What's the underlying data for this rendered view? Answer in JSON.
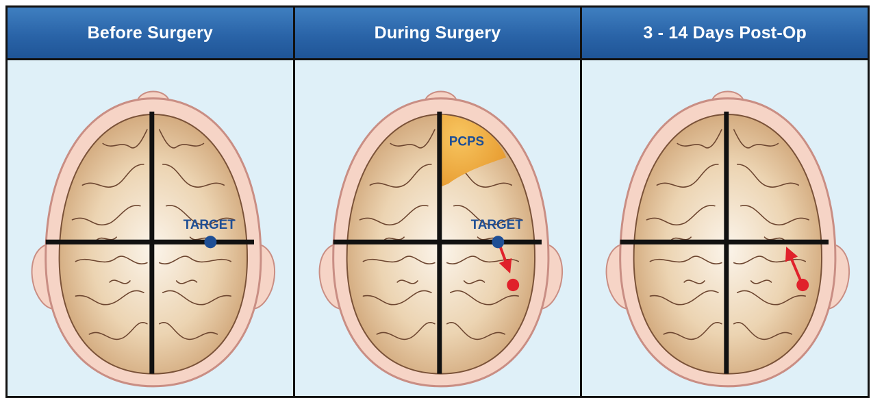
{
  "panels": [
    {
      "title": "Before Surgery",
      "target_label": "TARGET"
    },
    {
      "title": "During Surgery",
      "target_label": "TARGET",
      "region_label": "PCPS"
    },
    {
      "title": "3 - 14 Days Post-Op"
    }
  ],
  "colors": {
    "header": "#2a64a8",
    "panel_bg": "#dff0f8",
    "target_dot": "#1f4f95",
    "arrow": "#e0212b",
    "pcps_region": "#f0a838",
    "brain": "#ecd2ae",
    "scalp": "#f6d4c6"
  }
}
